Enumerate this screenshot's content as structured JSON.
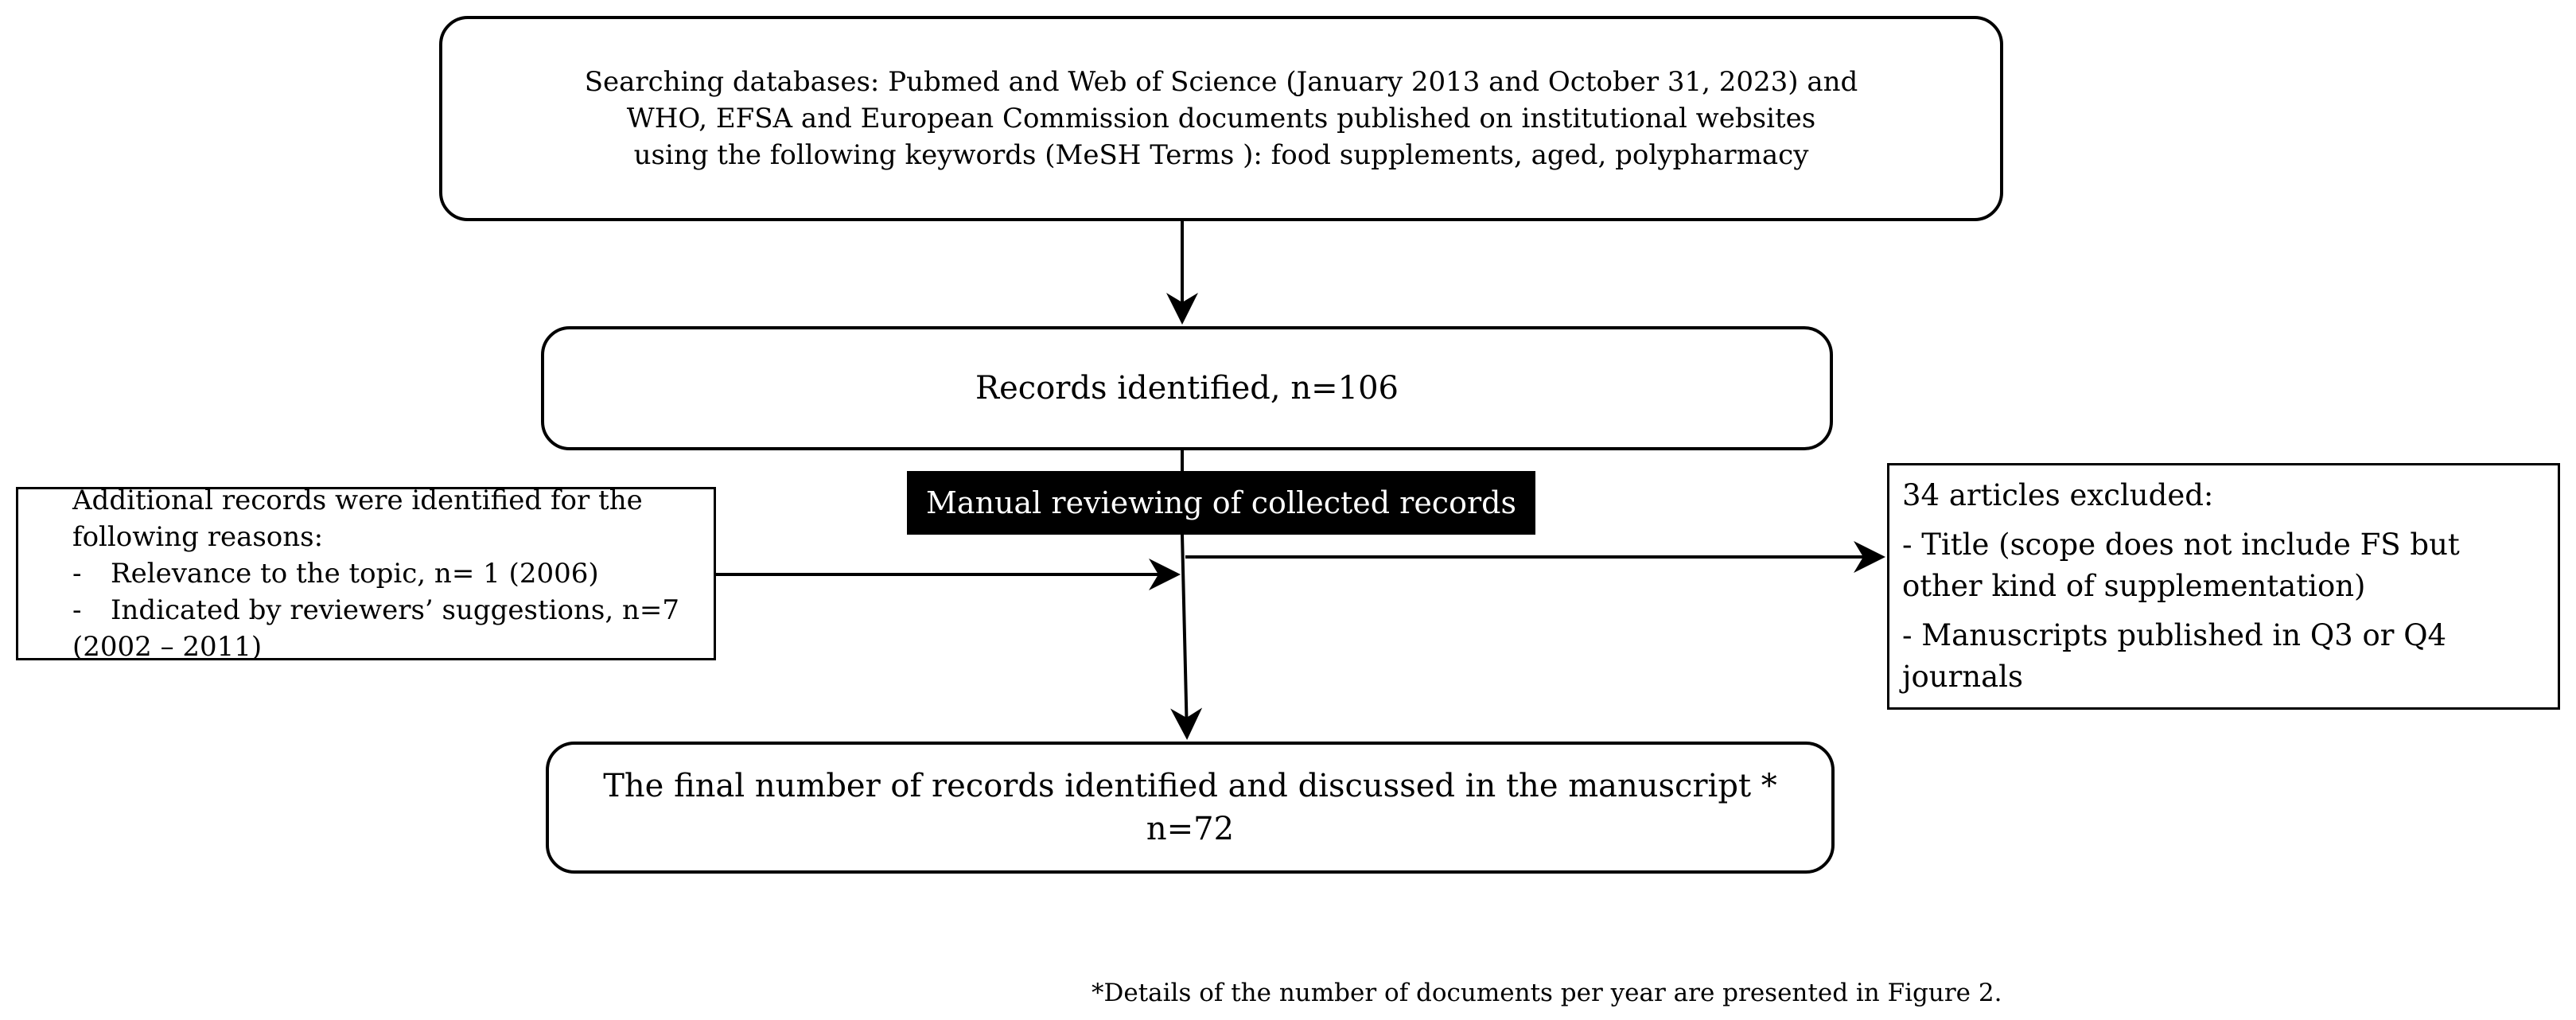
{
  "search": {
    "lines": [
      "Searching databases: Pubmed and Web of Science (January 2013 and October 31, 2023) and",
      "WHO, EFSA and European Commission documents published on institutional websites",
      "using the following keywords (MeSH Terms ): food supplements, aged, polypharmacy"
    ]
  },
  "records_identified": "Records identified, n=106",
  "manual_review": "Manual reviewing of collected records",
  "additional": {
    "heading_lines": [
      "Additional records were identified for the",
      "following reasons:"
    ],
    "reasons": [
      {
        "dash": "-",
        "lines": [
          "Relevance to the topic, n= 1 (2006)"
        ]
      },
      {
        "dash": "-",
        "lines": [
          "Indicated by reviewers’ suggestions,  n=7",
          "(2002 – 2011)"
        ]
      }
    ]
  },
  "excluded": {
    "heading": "34 articles excluded:",
    "items": [
      {
        "lines": [
          "- Title  (scope does not include FS but",
          "other kind of supplementation)"
        ]
      },
      {
        "lines": [
          "- Manuscripts published in Q3 or Q4",
          "journals"
        ]
      }
    ]
  },
  "final": {
    "lines": [
      "The final number of records identified and discussed in the manuscript *",
      "n=72"
    ]
  },
  "footnote": "*Details of the number of documents per year are presented in Figure 2."
}
